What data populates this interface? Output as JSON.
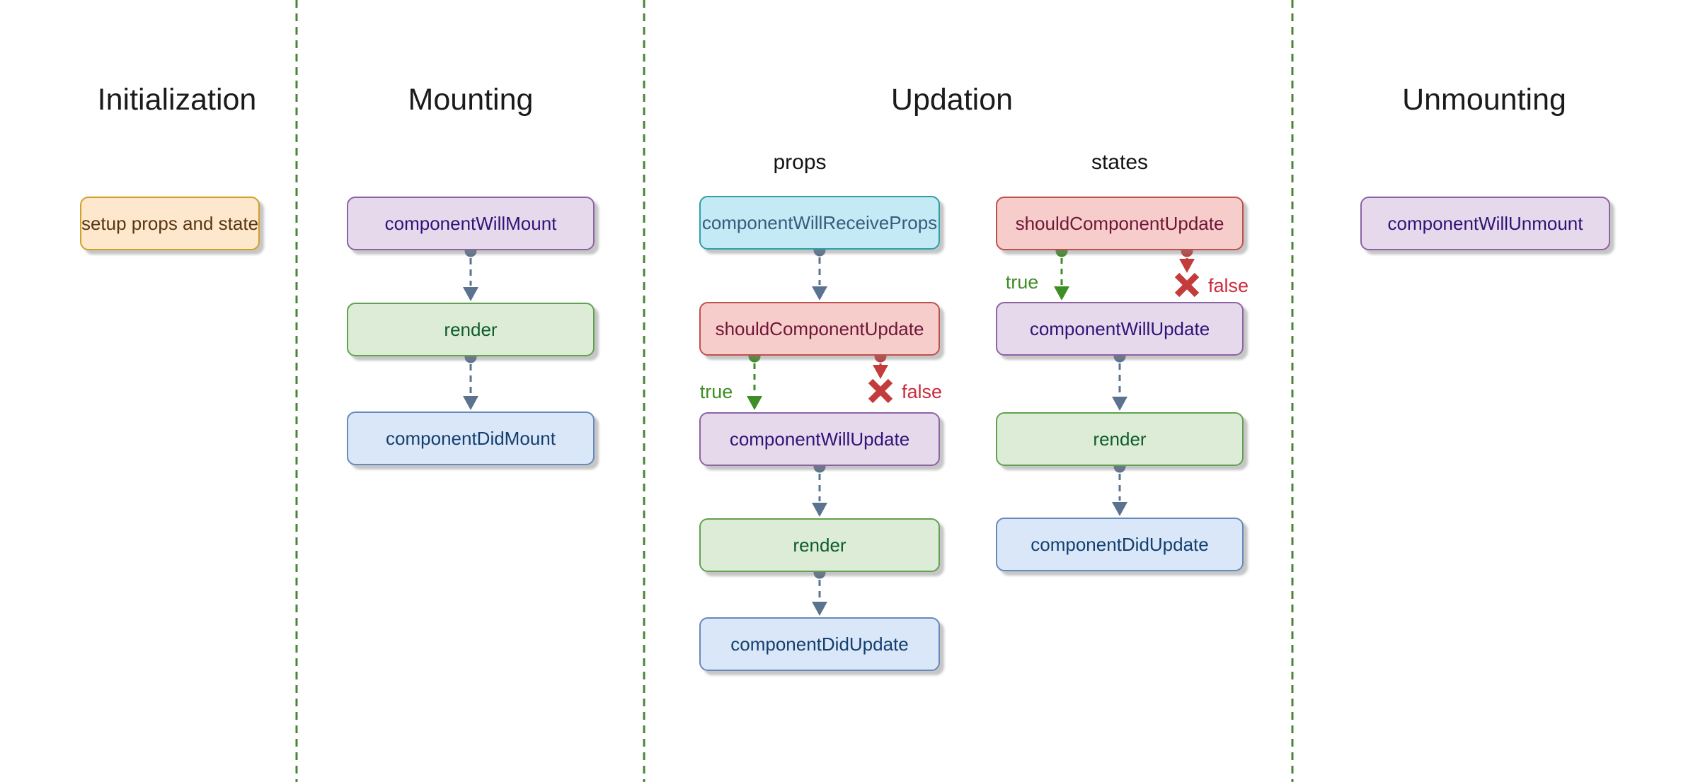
{
  "sections": {
    "initialization": {
      "title": "Initialization",
      "nodes": [
        {
          "label": "setup props and state",
          "style": "orange"
        }
      ]
    },
    "mounting": {
      "title": "Mounting",
      "nodes": [
        {
          "label": "componentWillMount",
          "style": "purple"
        },
        {
          "label": "render",
          "style": "green"
        },
        {
          "label": "componentDidMount",
          "style": "blue"
        }
      ]
    },
    "updation": {
      "title": "Updation",
      "props_column": {
        "label": "props",
        "nodes": [
          {
            "label": "componentWillReceiveProps",
            "style": "cyan"
          },
          {
            "label": "shouldComponentUpdate",
            "style": "red"
          },
          {
            "label": "componentWillUpdate",
            "style": "purple"
          },
          {
            "label": "render",
            "style": "green"
          },
          {
            "label": "componentDidUpdate",
            "style": "blue"
          }
        ],
        "true_label": "true",
        "false_label": "false"
      },
      "states_column": {
        "label": "states",
        "nodes": [
          {
            "label": "shouldComponentUpdate",
            "style": "red"
          },
          {
            "label": "componentWillUpdate",
            "style": "purple"
          },
          {
            "label": "render",
            "style": "green"
          },
          {
            "label": "componentDidUpdate",
            "style": "blue"
          }
        ],
        "true_label": "true",
        "false_label": "false"
      }
    },
    "unmounting": {
      "title": "Unmounting",
      "nodes": [
        {
          "label": "componentWillUnmount",
          "style": "purple"
        }
      ]
    }
  },
  "colors": {
    "background": "#ffffff",
    "divider_green": "#4a8537",
    "flow_connector": "#5b7390",
    "true_green": "#3e8e26",
    "false_red": "#c43b3b",
    "node_styles": {
      "orange": {
        "fill": "#fde8ce",
        "border": "#cfa02a",
        "text": "#5a3511"
      },
      "purple": {
        "fill": "#e6d9ec",
        "border": "#8c63a4",
        "text": "#331277"
      },
      "green": {
        "fill": "#ddecd6",
        "border": "#60a24f",
        "text": "#0e5c2e"
      },
      "blue": {
        "fill": "#d9e7f8",
        "border": "#6789bc",
        "text": "#143f6e"
      },
      "cyan": {
        "fill": "#c3eaf5",
        "border": "#2c9fa9",
        "text": "#3a5a7c"
      },
      "red": {
        "fill": "#f6cdcb",
        "border": "#c0504c",
        "text": "#701637"
      }
    }
  }
}
